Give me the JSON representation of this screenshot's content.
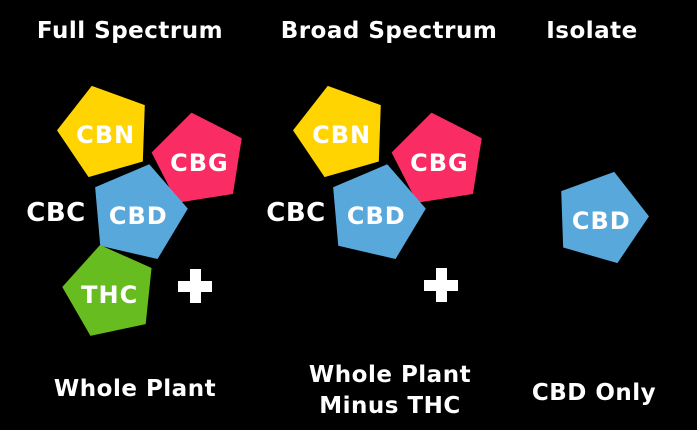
{
  "colors": {
    "background": "#000000",
    "text": "#ffffff",
    "cbn": "#ffd400",
    "cbg": "#f92c63",
    "cbd": "#58a8dc",
    "thc": "#67bd20",
    "plus": "#ffffff"
  },
  "columns": [
    {
      "title": "Full Spectrum",
      "side_label": "CBC",
      "pentagons": [
        {
          "label": "CBN"
        },
        {
          "label": "CBG"
        },
        {
          "label": "CBD"
        },
        {
          "label": "THC"
        }
      ],
      "plus": "+",
      "bottom_lines": [
        "Whole Plant"
      ]
    },
    {
      "title": "Broad Spectrum",
      "side_label": "CBC",
      "pentagons": [
        {
          "label": "CBN"
        },
        {
          "label": "CBG"
        },
        {
          "label": "CBD"
        }
      ],
      "plus": "+",
      "bottom_lines": [
        "Whole Plant",
        "Minus THC"
      ]
    },
    {
      "title": "Isolate",
      "pentagons": [
        {
          "label": "CBD"
        }
      ],
      "bottom_lines": [
        "CBD Only"
      ]
    }
  ]
}
